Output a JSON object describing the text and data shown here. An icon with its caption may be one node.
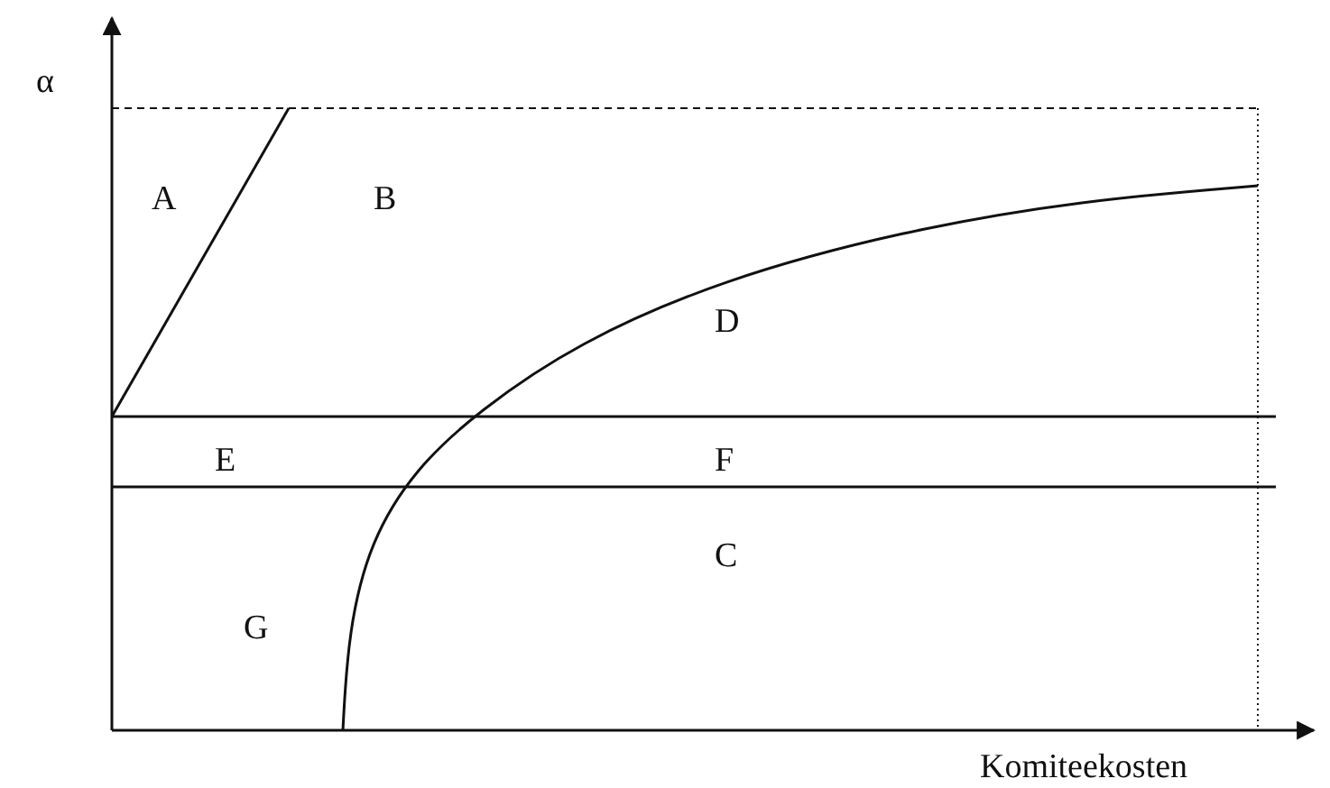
{
  "diagram": {
    "labels": [
      "α",
      "A",
      "B",
      "D",
      "E",
      "F",
      "C",
      "G",
      "Komiteekosten"
    ]
  }
}
